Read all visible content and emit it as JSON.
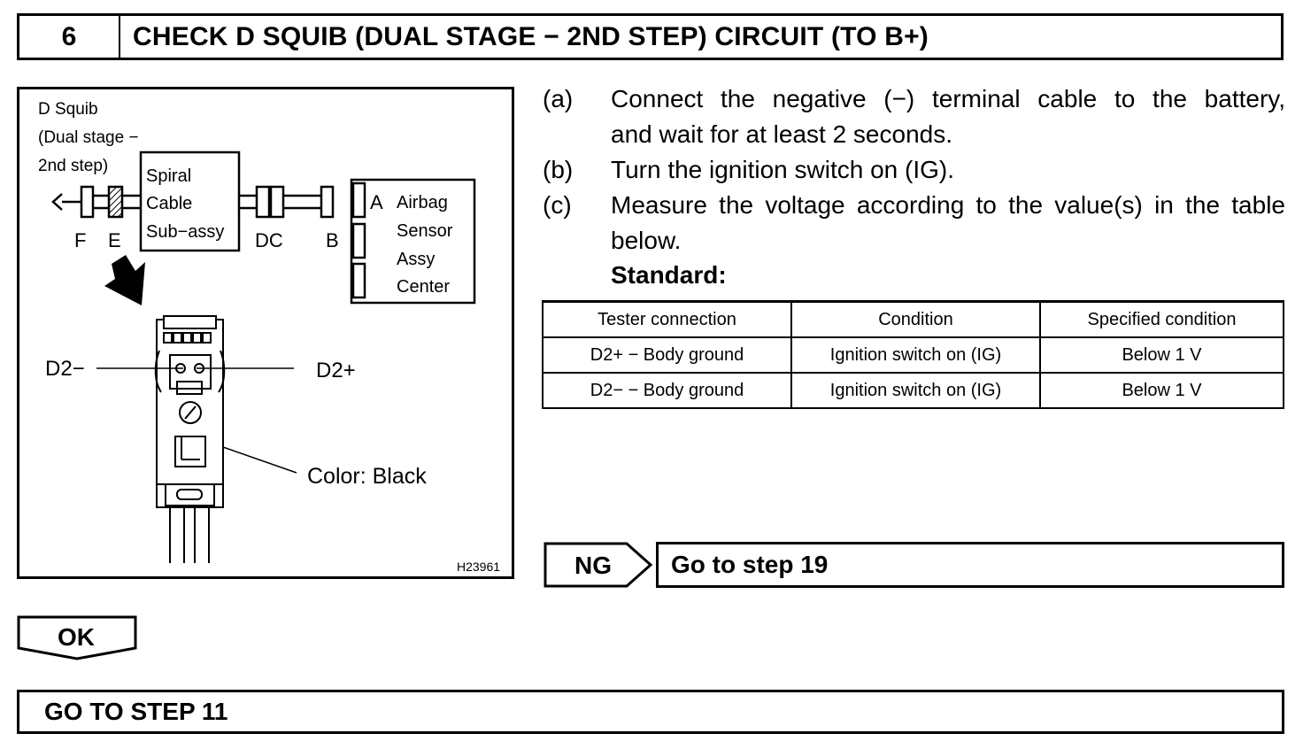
{
  "step": {
    "number": "6",
    "title": "CHECK D SQUIB (DUAL STAGE − 2ND STEP) CIRCUIT (TO B+)"
  },
  "diagram": {
    "squib_label_line1": "D Squib",
    "squib_label_line2": "(Dual stage −",
    "squib_label_line3": "2nd step)",
    "spiral_line1": "Spiral",
    "spiral_line2": "Cable",
    "spiral_line3": "Sub−assy",
    "connector_f": "F",
    "connector_e": "E",
    "connector_dc": "DC",
    "connector_b": "B",
    "connector_a": "A",
    "airbag_line1": "Airbag",
    "airbag_line2": "Sensor",
    "airbag_line3": "Assy",
    "airbag_line4": "Center",
    "terminal_minus": "D2−",
    "terminal_plus": "D2+",
    "color_label": "Color: Black",
    "figure_id": "H23961"
  },
  "instructions": [
    {
      "letter": "(a)",
      "line1": "Connect the negative (−) terminal cable to the battery,",
      "line2": "and wait for at least 2 seconds."
    },
    {
      "letter": "(b)",
      "line1": "Turn the ignition switch on (IG)."
    },
    {
      "letter": "(c)",
      "line1": "Measure the voltage according to the value(s) in the table",
      "line2": "below."
    }
  ],
  "standard_label": "Standard:",
  "table": {
    "headers": [
      "Tester connection",
      "Condition",
      "Specified condition"
    ],
    "rows": [
      [
        "D2+ − Body ground",
        "Ignition switch on (IG)",
        "Below 1 V"
      ],
      [
        "D2− − Body ground",
        "Ignition switch on (IG)",
        "Below 1 V"
      ]
    ]
  },
  "ng": {
    "label": "NG",
    "action": "Go to step 19"
  },
  "ok": {
    "label": "OK",
    "action": "GO TO STEP 11"
  }
}
